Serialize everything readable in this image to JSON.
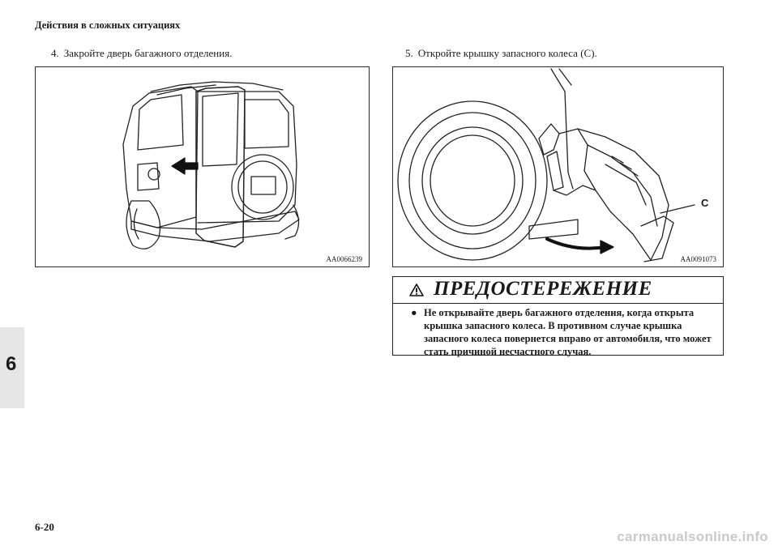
{
  "header": {
    "title": "Действия в сложных ситуациях"
  },
  "steps": [
    {
      "number": "4.",
      "text": "Закройте дверь багажного отделения."
    },
    {
      "number": "5.",
      "text": "Откройте крышку запасного колеса (C)."
    }
  ],
  "figures": [
    {
      "code": "AA0066239",
      "subject": "rear-door-vehicle"
    },
    {
      "code": "AA0091073",
      "subject": "spare-wheel-cover",
      "callout": "C"
    }
  ],
  "chapter_tab": {
    "number": "6"
  },
  "warning": {
    "title": "ПРЕДОСТЕРЕЖЕНИЕ",
    "bullet": "●",
    "text": "Не открывайте дверь багажного отделения, когда открыта крышка запасного колеса. В противном случае крышка запасного колеса повернется вправо от автомобиля, что может стать причиной несчастного случая."
  },
  "footer": {
    "page_number": "6-20"
  },
  "watermark": {
    "text": "carmanualsonline.info"
  }
}
